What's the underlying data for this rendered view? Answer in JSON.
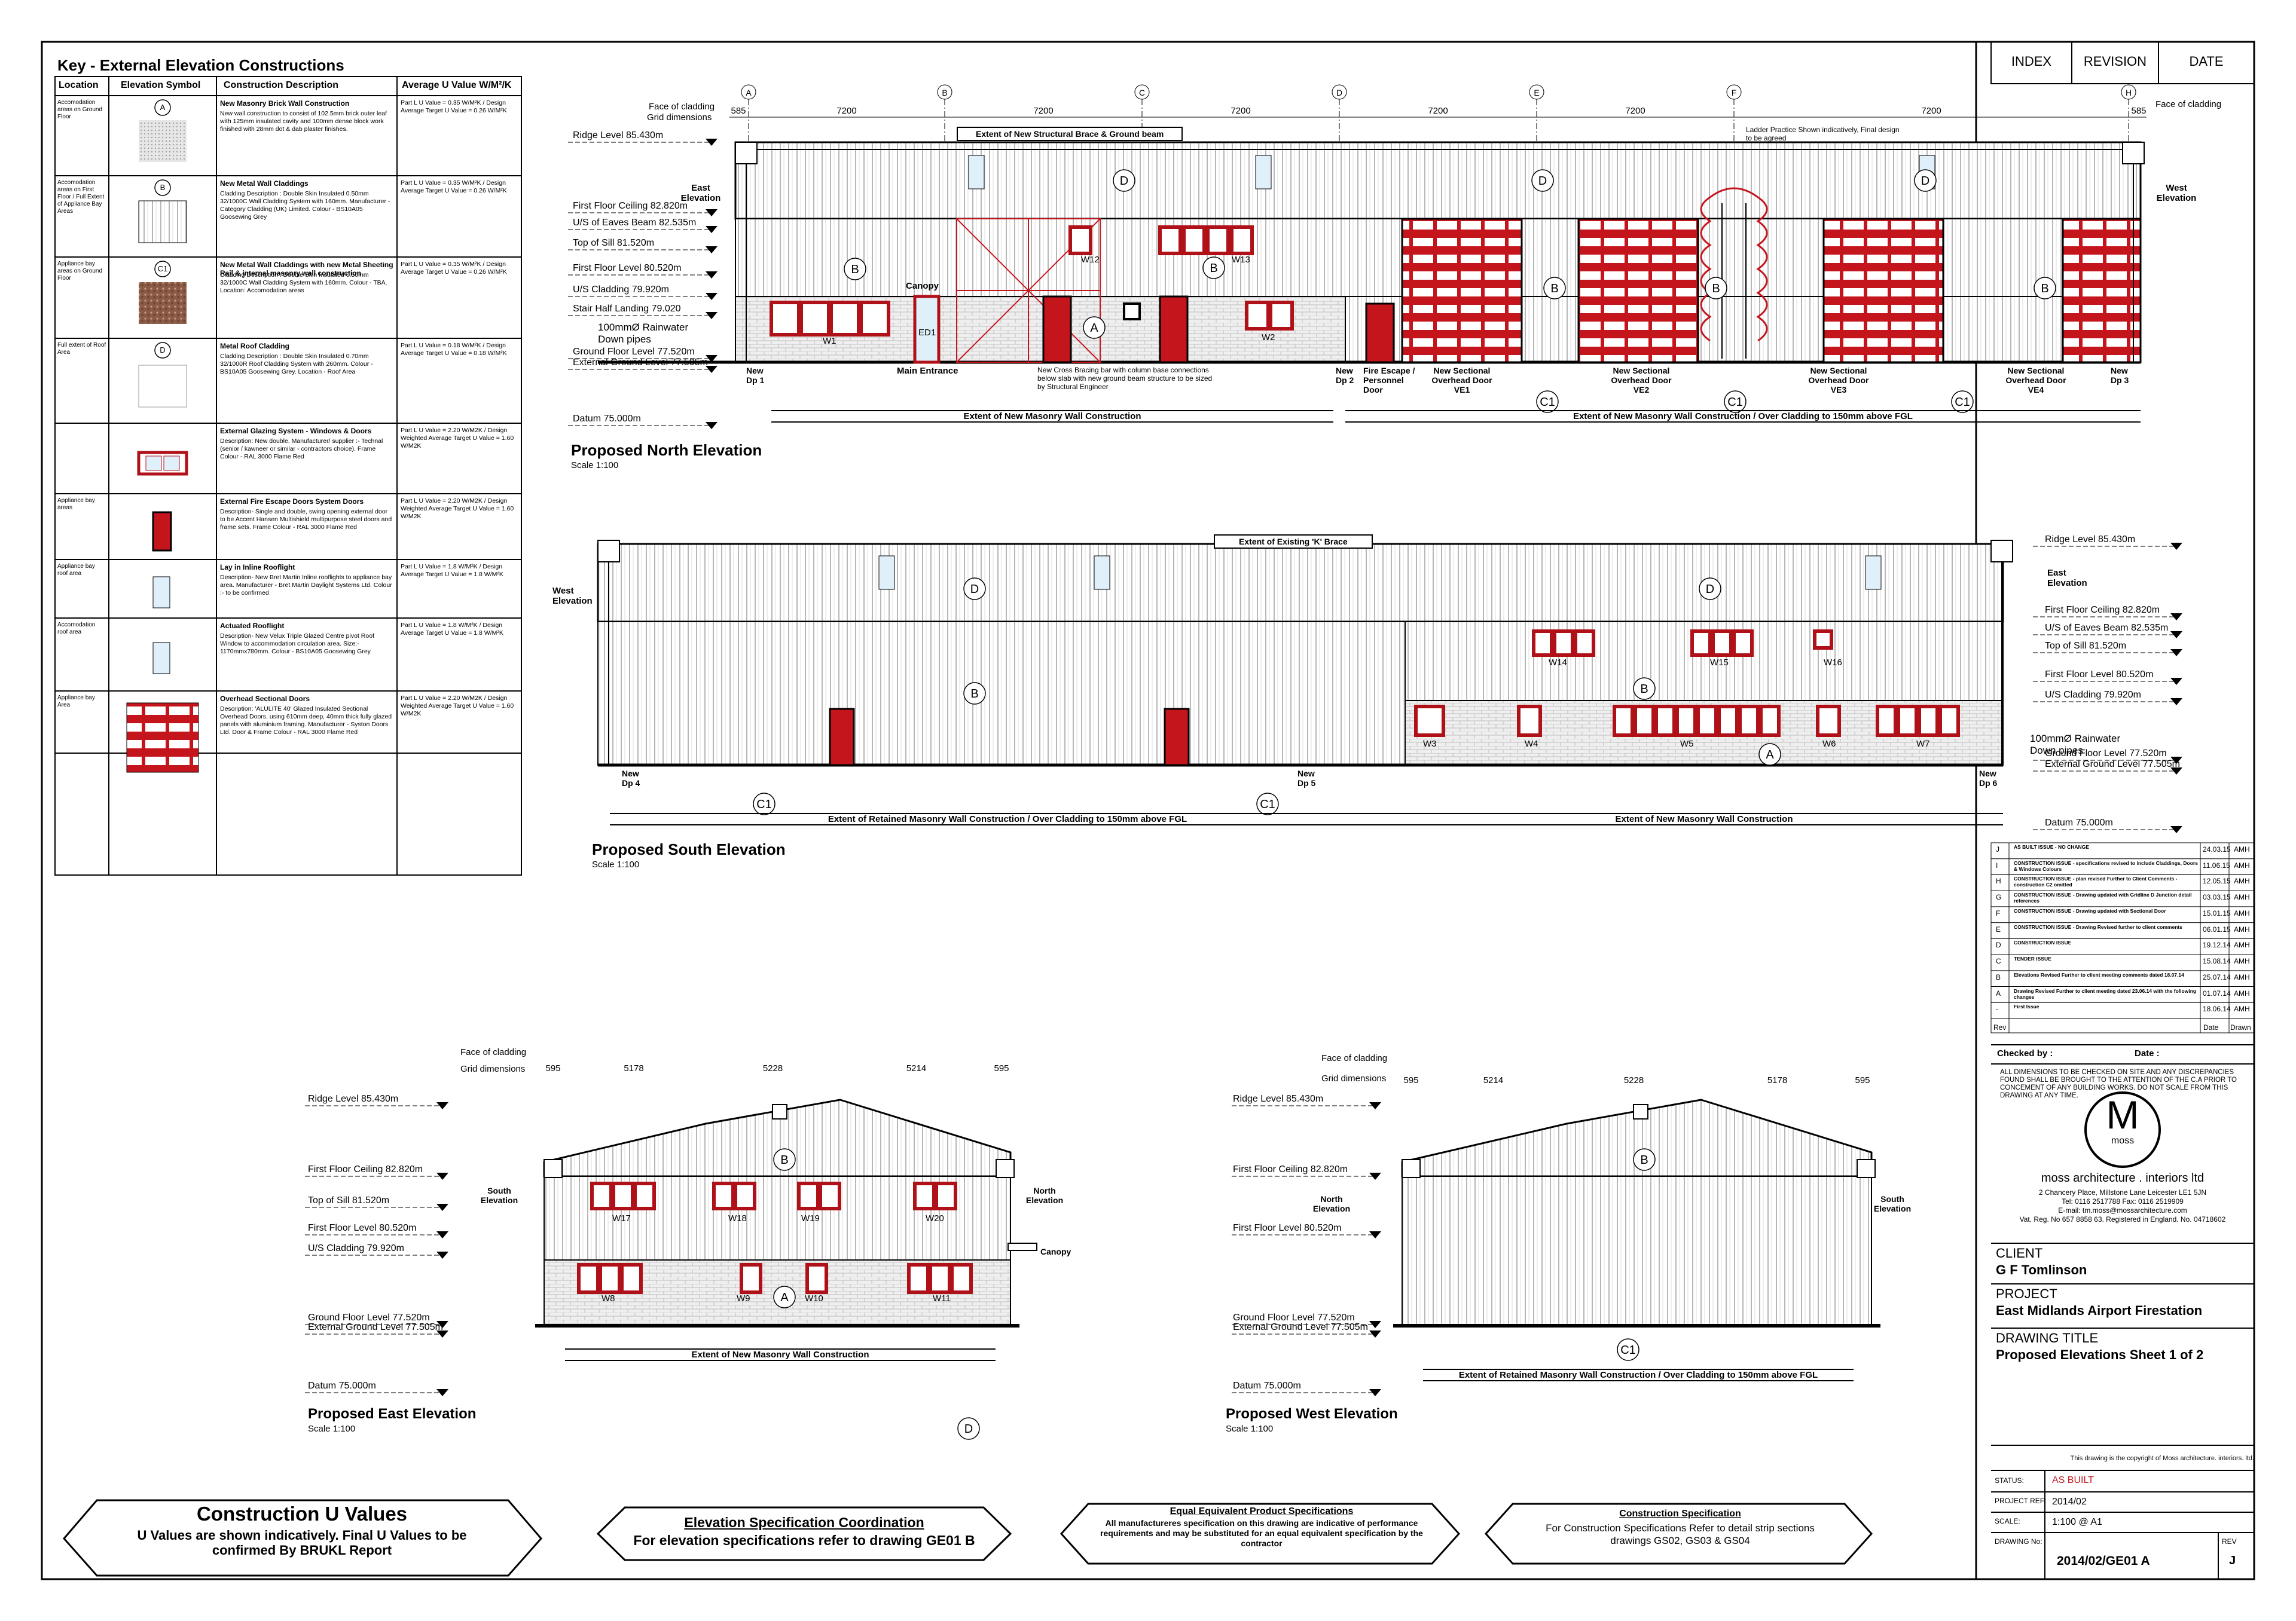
{
  "key": {
    "title": "Key - External Elevation Constructions",
    "headers": [
      "Location",
      "Elevation Symbol",
      "Construction Description",
      "Average U Value W/M²/K"
    ],
    "rows": [
      {
        "location": "Accomodation areas on Ground Floor",
        "symbol": "A",
        "name": "New Masonry Brick Wall Construction",
        "text": "New wall construction to consist of 102.5mm brick outer leaf with 125mm insulated cavity and 100mm dense block work finished with 28mm dot & dab plaster finishes.",
        "u": "Part L U Value = 0.35 W/M²K / Design Average Target U Value = 0.26 W/M²K"
      },
      {
        "location": "Accomodation areas on First Floor / Full Extent of Appliance Bay Areas",
        "symbol": "B",
        "name": "New Metal Wall Claddings",
        "text": "Cladding Description : Double Skin Insulated 0.50mm 32/1000C Wall Cladding System with 160mm. Manufacturer - Category Cladding (UK) Limited. Colour - BS10A05 Goosewing Grey",
        "u": "Part L U Value = 0.35 W/M²K / Design Average Target U Value = 0.26 W/M²K"
      },
      {
        "location": "Appliance bay areas on Ground Floor",
        "symbol": "C1",
        "name": "New Metal Wall Claddings with new Metal Sheeting Rail & internal masonry wall construction",
        "text": "Cladding Description : Double Skin Insulated 0.50mm 32/1000C Wall Cladding System with 160mm. Colour - TBA. Location: Accomodation areas",
        "u": "Part L U Value = 0.35 W/M²K / Design Average Target U Value = 0.26 W/M²K"
      },
      {
        "location": "Full extent of Roof Area",
        "symbol": "D",
        "name": "Metal Roof Cladding",
        "text": "Cladding Description : Double Skin Insulated 0.70mm 32/1000R Roof Cladding System with 260mm. Colour - BS10A05 Goosewing Grey. Location - Roof Area",
        "u": "Part L U Value = 0.18 W/M²K / Design Average Target U Value = 0.18 W/M²K"
      },
      {
        "location": "",
        "symbol": "",
        "name": "External Glazing System - Windows & Doors",
        "text": "Description: New double. Manufacturer/ supplier :- Technal (senior / kawneer or similar - contractors choice). Frame Colour - RAL 3000 Flame Red",
        "u": "Part L U Value = 2.20 W/M2K / Design Weighted Average Target U Value = 1.60 W/M2K"
      },
      {
        "location": "Appliance bay areas",
        "symbol": "",
        "name": "External Fire Escape Doors System Doors",
        "text": "Description- Single and double, swing opening external door to be Accent Hansen Multishield multipurpose steel doors and frame sets. Frame Colour - RAL 3000 Flame Red",
        "u": "Part L U Value = 2.20 W/M2K / Design Weighted Average Target U Value = 1.60 W/M2K"
      },
      {
        "location": "Appliance bay roof area",
        "symbol": "",
        "name": "Lay in Inline Rooflight",
        "text": "Description- New Bret Martin Inline rooflights to appliance bay area. Manufacturer - Bret Martin Daylight Systems Ltd. Colour :- to be confirmed",
        "u": "Part L U Value = 1.8 W/M²K / Design Average Target U Value = 1.8 W/M²K"
      },
      {
        "location": "Accomodation roof area",
        "symbol": "",
        "name": "Actuated Rooflight",
        "text": "Description- New Velux Triple Glazed Centre pivot Roof Window to accommodation circulation area. Size:- 1170mmx780mm. Colour - BS10A05 Goosewing Grey",
        "u": "Part L U Value = 1.8 W/M²K / Design Average Target U Value = 1.8 W/M²K"
      },
      {
        "location": "Appliance bay Area",
        "symbol": "",
        "name": "Overhead Sectional Doors",
        "text": "Description: 'ALULITE 40' Glazed Insulated Sectional Overhead Doors, using 610mm deep, 40mm thick fully glazed panels with aluminium framing. Manufacturer - Syston Doors Ltd. Door & Frame Colour - RAL 3000 Flame Red",
        "u": "Part L U Value = 2.20 W/M2K / Design Weighted Average Target U Value = 1.60 W/M2K"
      }
    ]
  },
  "levels": {
    "ridge": "Ridge Level 85.430m",
    "ceiling": "First Floor Ceiling 82.820m",
    "eaves": "U/S of Eaves Beam 82.535m",
    "sill": "Top of Sill 81.520m",
    "first": "First Floor Level 80.520m",
    "cladding": "U/S Cladding 79.920m",
    "stair": "Stair Half Landing 79.020",
    "ground": "Ground Floor Level 77.520m",
    "external": "External Ground Level 77.505m",
    "datum": "Datum 75.000m"
  },
  "north": {
    "title": "Proposed North Elevation",
    "scale": "Scale 1:100",
    "extent_top": "Extent of New Structural Brace & Ground beam",
    "extent_left": "Extent of New Masonry Wall Construction",
    "extent_right": "Extent of New Masonry Wall Construction / Over Cladding to 150mm above FGL",
    "grid": [
      "A",
      "B",
      "C",
      "D",
      "E",
      "F",
      "H"
    ],
    "dims": [
      "585",
      "7200",
      "7200",
      "7200",
      "7200",
      "7200",
      "7200",
      "585"
    ],
    "labels": {
      "canopy": "Canopy",
      "main_entrance": "Main Entrance",
      "ladder": "Ladder Practice Shown indicatively, Final design to be agreed",
      "bracing": "New Cross Bracing bar with column base connections below slab with new ground beam structure to be sized by Structural Engineer",
      "rainwater": "100mmØ Rainwater Down pipes",
      "fire_escape": "Fire Escape / Personnel Door",
      "dp1": "New Dp 1",
      "dp2": "New Dp 2",
      "dp3": "New Dp 3",
      "ve1": "New Sectional Overhead Door VE1",
      "ve2": "New Sectional Overhead Door VE2",
      "ve3": "New Sectional Overhead Door VE3",
      "ve4": "New Sectional Overhead Door VE4",
      "w1": "W1",
      "w2": "W2",
      "w12": "W12",
      "w13": "W13",
      "ed1": "ED1",
      "east": "East Elevation",
      "west": "West Elevation",
      "face": "Face of cladding",
      "grid_dims": "Grid dimensions"
    }
  },
  "south": {
    "title": "Proposed South Elevation",
    "scale": "Scale 1:100",
    "extent_top": "Extent of Existing 'K' Brace",
    "extent_left": "Extent of Retained Masonry Wall Construction / Over Cladding to 150mm above FGL",
    "extent_right": "Extent of New Masonry Wall Construction",
    "labels": {
      "w3": "W3",
      "w4": "W4",
      "w5": "W5",
      "w6": "W6",
      "w7": "W7",
      "w14": "W14",
      "w15": "W15",
      "w16": "W16",
      "dp4": "New Dp 4",
      "dp5": "New Dp 5",
      "dp6": "New Dp 6",
      "rainwater": "100mmØ Rainwater Down pipes",
      "east": "East Elevation",
      "west": "West Elevation"
    }
  },
  "east": {
    "title": "Proposed East Elevation",
    "scale": "Scale 1:100",
    "extent": "Extent of New Masonry Wall Construction",
    "dims": [
      "595",
      "5178",
      "5228",
      "5214",
      "595"
    ],
    "labels": {
      "south": "South Elevation",
      "north": "North Elevation",
      "canopy": "Canopy",
      "w8": "W8",
      "w9": "W9",
      "w10": "W10",
      "w11": "W11",
      "w17": "W17",
      "w18": "W18",
      "w19": "W19",
      "w20": "W20"
    }
  },
  "west": {
    "title": "Proposed West Elevation",
    "scale": "Scale 1:100",
    "extent": "Extent of Retained Masonry Wall Construction / Over Cladding to 150mm above FGL",
    "dims": [
      "595",
      "5214",
      "5228",
      "5178",
      "595"
    ],
    "labels": {
      "north": "North Elevation",
      "south": "South Elevation"
    }
  },
  "notes": {
    "u_title": "Construction U Values",
    "u_text": "U Values are shown indicatively. Final U Values to be confirmed By BRUKL Report",
    "spec_title": "Elevation Specification Coordination",
    "spec_text": "For elevation specifications refer to drawing GE01 B",
    "equiv_title": "Equal Equivalent Product Specifications",
    "equiv_text": "All manufactureres specification on this drawing are indicative of performance requirements and may be substituted for an equal equivalent specification by the contractor",
    "cons_title": "Construction Specification",
    "cons_text": "For Construction Specifications Refer to detail strip sections drawings GS02, GS03 & GS04"
  },
  "title_block": {
    "index": "INDEX",
    "revision": "REVISION",
    "date": "DATE",
    "revisions": [
      {
        "rev": "J",
        "desc": "AS BUILT ISSUE - NO CHANGE",
        "date": "24.03.15",
        "by": "AMH"
      },
      {
        "rev": "I",
        "desc": "CONSTRUCTION ISSUE - specifications revised to include Claddings, Doors & Windows Colours",
        "date": "11.06.15",
        "by": "AMH"
      },
      {
        "rev": "H",
        "desc": "CONSTRUCTION ISSUE - plan revised Further to Client Comments - construction C2 omitted",
        "date": "12.05.15",
        "by": "AMH"
      },
      {
        "rev": "G",
        "desc": "CONSTRUCTION ISSUE - Drawing updated with Gridline D Junction detail references",
        "date": "03.03.15",
        "by": "AMH"
      },
      {
        "rev": "F",
        "desc": "CONSTRUCTION ISSUE - Drawing updated with Sectional Door",
        "date": "15.01.15",
        "by": "AMH"
      },
      {
        "rev": "E",
        "desc": "CONSTRUCTION ISSUE - Drawing Revised further to client comments",
        "date": "06.01.15",
        "by": "AMH"
      },
      {
        "rev": "D",
        "desc": "CONSTRUCTION ISSUE",
        "date": "19.12.14",
        "by": "AMH"
      },
      {
        "rev": "C",
        "desc": "TENDER ISSUE",
        "date": "15.08.14",
        "by": "AMH"
      },
      {
        "rev": "B",
        "desc": "Elevations Revised Further to client meeting comments dated 18.07.14",
        "date": "25.07.14",
        "by": "AMH"
      },
      {
        "rev": "A",
        "desc": "Drawing Revised Further to client meeting dated 23.06.14 with the following changes",
        "date": "01.07.14",
        "by": "AMH"
      },
      {
        "rev": "-",
        "desc": "First Issue",
        "date": "18.06.14",
        "by": "AMH"
      }
    ],
    "rev_hdr": "Rev",
    "date_hdr": "Date",
    "drawn_hdr": "Drawn",
    "checked": "Checked by :",
    "date_label": "Date :",
    "disclaimer": "ALL DIMENSIONS TO BE CHECKED ON SITE AND ANY DISCREPANCIES FOUND SHALL BE BROUGHT TO THE ATTENTION OF THE C.A PRIOR TO CONCEMENT OF ANY BUILDING WORKS. DO NOT SCALE FROM THIS DRAWING AT ANY TIME.",
    "logo_letter": "M",
    "logo_word": "moss",
    "firm": "moss architecture . interiors ltd",
    "address": "2 Chancery Place, Millstone Lane Leicester LE1 5JN",
    "tel": "Tel: 0116 2517788  Fax: 0116 2519909",
    "email": "E-mail: tm.moss@mossarchitecture.com",
    "vat": "Vat. Reg. No 657 8858 63. Registered in England. No. 04718602",
    "client_label": "CLIENT",
    "client": "G F Tomlinson",
    "project_label": "PROJECT",
    "project": "East Midlands Airport Firestation",
    "title_label": "DRAWING TITLE",
    "title": "Proposed Elevations Sheet 1 of 2",
    "copyright": "This drawing is the copyright of Moss architecture. interiors. ltd.",
    "status_label": "STATUS:",
    "status": "AS BUILT",
    "ref_label": "PROJECT REF:",
    "ref": "2014/02",
    "scale_label": "SCALE:",
    "scale": "1:100 @ A1",
    "dwg_label": "DRAWING No:",
    "dwg": "2014/02/GE01 A",
    "rev_label": "REV",
    "rev": "J"
  },
  "colors": {
    "red": "#c4141c",
    "window_frame": "#b01018",
    "glazing": "#dff0fb"
  }
}
